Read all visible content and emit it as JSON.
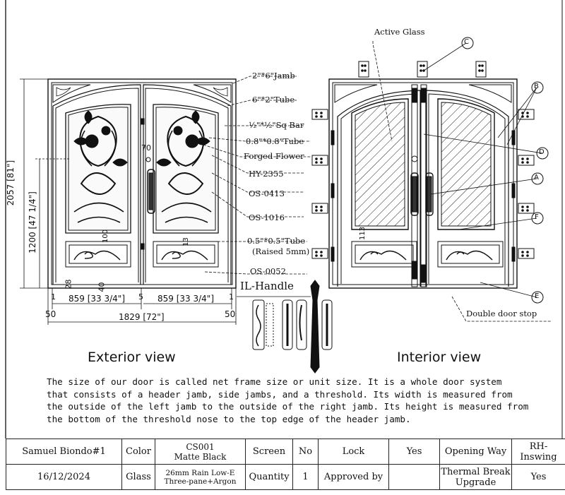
{
  "labels": {
    "active_glass": "Active Glass",
    "jamb": "2\"*6\"Jamb",
    "tube_6x2": "6\"*2\"Tube",
    "sq_bar": "½\"*½\"Sq Bar",
    "tube_08": "0.8\"*0.8\"Tube",
    "forged_flower": "Forged Flower",
    "hy": "HY-2355",
    "os0413": "OS-0413",
    "os1016": "OS-1016",
    "tube_05": "0.5\"*0.5\"Tube",
    "raised": "(Raised 5mm)",
    "os0052": "OS-0052",
    "il_handle": "IL-Handle",
    "double_door_stop": "Double door stop"
  },
  "callouts": [
    "C",
    "B",
    "D",
    "A",
    "F",
    "E"
  ],
  "dimensions": {
    "height_total": "2057 [81\"]",
    "height_lower": "1200 [47 1/4\"]",
    "leaf_left": "859 [33 3/4\"]",
    "leaf_right": "859 [33 3/4\"]",
    "total_width": "1829 [72\"]",
    "gap_left": "50",
    "gap_right": "50",
    "n70": "70",
    "n28": "28",
    "n40": "40",
    "n5": "5",
    "n1a": "1",
    "n1b": "1",
    "n100": "100",
    "n13": "13",
    "n113": "113"
  },
  "views": {
    "exterior": "Exterior view",
    "interior": "Interior view"
  },
  "note_lines": [
    "The size of our door is called net frame size or unit size. It is a whole door system",
    "that consists of a header jamb, side jambs, and a threshold. Its width is measured from",
    "the outside of the left jamb to the outside of the right jamb. Its height is measured from",
    "the bottom of the threshold nose to the top edge of the header jamb."
  ],
  "title_block": {
    "customer": "Samuel Biondo#1",
    "color_label": "Color",
    "color_value_1": "CS001",
    "color_value_2": "Matte Black",
    "screen_label": "Screen",
    "screen_value": "No",
    "lock_label": "Lock",
    "lock_value": "Yes",
    "opening_label": "Opening Way",
    "opening_value": "RH-Inswing",
    "date": "16/12/2024",
    "glass_label": "Glass",
    "glass_value_1": "26mm Rain Low-E",
    "glass_value_2": "Three-pane+Argon",
    "quantity_label": "Quantity",
    "quantity_value": "1",
    "approved_label": "Approved by",
    "approved_value": "",
    "thermal_1": "Thermal Break",
    "thermal_2": "Upgrade",
    "thermal_value": "Yes"
  }
}
